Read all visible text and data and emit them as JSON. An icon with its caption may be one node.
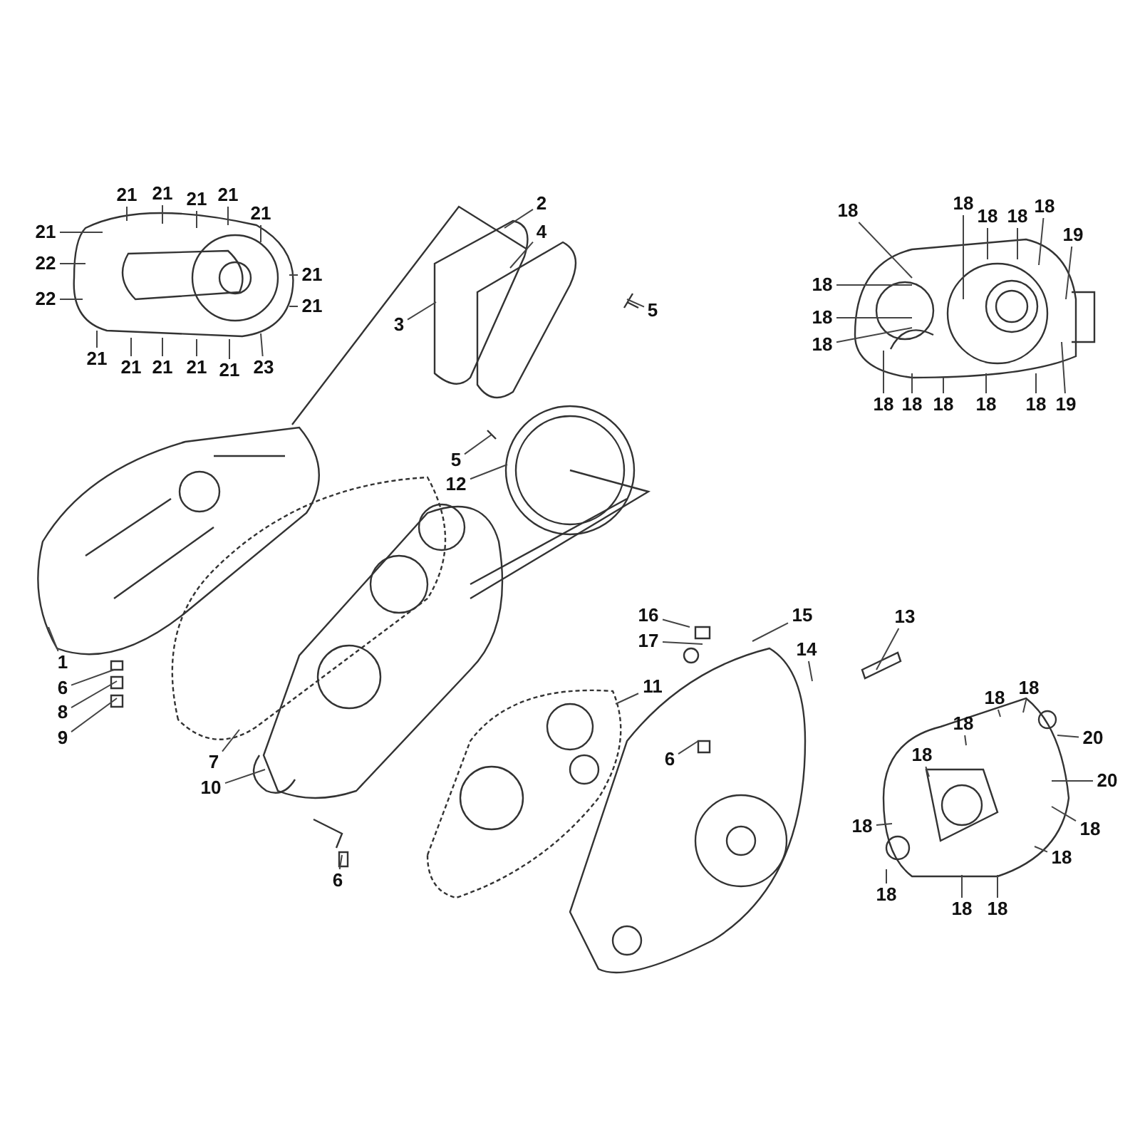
{
  "diagram": {
    "nodes": [
      {
        "text": [
          "21"
        ]
      },
      {
        "text": [
          "21"
        ]
      },
      {
        "text": [
          "21"
        ]
      },
      {
        "text": [
          "21"
        ]
      },
      {
        "text": [
          "21"
        ]
      },
      {
        "text": [
          "21"
        ]
      },
      {
        "text": [
          "22"
        ]
      },
      {
        "text": [
          "21"
        ]
      },
      {
        "text": [
          "22"
        ]
      },
      {
        "text": [
          "21"
        ]
      },
      {
        "text": [
          "21"
        ]
      },
      {
        "text": [
          "21"
        ]
      },
      {
        "text": [
          "21"
        ]
      },
      {
        "text": [
          "21"
        ]
      },
      {
        "text": [
          "21"
        ]
      },
      {
        "text": [
          "23"
        ]
      },
      {
        "text": [
          "2"
        ]
      },
      {
        "text": [
          "4"
        ]
      },
      {
        "text": [
          "3"
        ]
      },
      {
        "text": [
          "5"
        ]
      },
      {
        "text": [
          "18"
        ]
      },
      {
        "text": [
          "18"
        ]
      },
      {
        "text": [
          "18"
        ]
      },
      {
        "text": [
          "18"
        ]
      },
      {
        "text": [
          "18"
        ]
      },
      {
        "text": [
          "19"
        ]
      },
      {
        "text": [
          "18"
        ]
      },
      {
        "text": [
          "18"
        ]
      },
      {
        "text": [
          "18"
        ]
      },
      {
        "text": [
          "18"
        ]
      },
      {
        "text": [
          "18"
        ]
      },
      {
        "text": [
          "18"
        ]
      },
      {
        "text": [
          "18"
        ]
      },
      {
        "text": [
          "18"
        ]
      },
      {
        "text": [
          "19"
        ]
      },
      {
        "text": [
          "5"
        ]
      },
      {
        "text": [
          "12"
        ]
      },
      {
        "text": [
          "16"
        ]
      },
      {
        "text": [
          "13"
        ]
      },
      {
        "text": [
          "17"
        ]
      },
      {
        "text": [
          "15"
        ]
      },
      {
        "text": [
          "14"
        ]
      },
      {
        "text": [
          "11"
        ]
      },
      {
        "text": [
          "1"
        ]
      },
      {
        "text": [
          "6"
        ]
      },
      {
        "text": [
          "8"
        ]
      },
      {
        "text": [
          "9"
        ]
      },
      {
        "text": [
          "18"
        ]
      },
      {
        "text": [
          "18"
        ]
      },
      {
        "text": [
          "18"
        ]
      },
      {
        "text": [
          "18"
        ]
      },
      {
        "text": [
          "20"
        ]
      },
      {
        "text": [
          "7"
        ]
      },
      {
        "text": [
          "10"
        ]
      },
      {
        "text": [
          "6"
        ]
      },
      {
        "text": [
          "18"
        ]
      },
      {
        "text": [
          "20"
        ]
      },
      {
        "text": [
          "18"
        ]
      },
      {
        "text": [
          "18"
        ]
      },
      {
        "text": [
          "6"
        ]
      },
      {
        "text": [
          "18"
        ]
      },
      {
        "text": [
          "18"
        ]
      },
      {
        "text": [
          "18"
        ]
      }
    ],
    "edges": [
      {
        "from": 0,
        "to": null,
        "arrow": "none"
      },
      {
        "from": 1,
        "to": null,
        "arrow": "none"
      },
      {
        "from": 2,
        "to": null,
        "arrow": "none"
      },
      {
        "from": 3,
        "to": null,
        "arrow": "none"
      },
      {
        "from": 4,
        "to": null,
        "arrow": "none"
      },
      {
        "from": 5,
        "to": null,
        "arrow": "none"
      },
      {
        "from": 6,
        "to": null,
        "arrow": "none"
      },
      {
        "from": 7,
        "to": null,
        "arrow": "none"
      },
      {
        "from": 8,
        "to": null,
        "arrow": "none"
      },
      {
        "from": 9,
        "to": null,
        "arrow": "none"
      },
      {
        "from": 10,
        "to": null,
        "arrow": "none"
      },
      {
        "from": 11,
        "to": null,
        "arrow": "none"
      },
      {
        "from": 12,
        "to": null,
        "arrow": "none"
      },
      {
        "from": 13,
        "to": null,
        "arrow": "none"
      },
      {
        "from": 14,
        "to": null,
        "arrow": "none"
      },
      {
        "from": 15,
        "to": null,
        "arrow": "none"
      },
      {
        "from": 16,
        "to": null,
        "arrow": "none"
      },
      {
        "from": 17,
        "to": null,
        "arrow": "none"
      },
      {
        "from": 18,
        "to": null,
        "arrow": "none"
      },
      {
        "from": 19,
        "to": null,
        "arrow": "none"
      },
      {
        "from": 20,
        "to": null,
        "arrow": "none"
      },
      {
        "from": 21,
        "to": null,
        "arrow": "none"
      },
      {
        "from": 22,
        "to": null,
        "arrow": "none"
      },
      {
        "from": 23,
        "to": null,
        "arrow": "none"
      },
      {
        "from": 24,
        "to": null,
        "arrow": "none"
      },
      {
        "from": 25,
        "to": null,
        "arrow": "none"
      },
      {
        "from": 26,
        "to": null,
        "arrow": "none"
      },
      {
        "from": 27,
        "to": null,
        "arrow": "none"
      },
      {
        "from": 28,
        "to": null,
        "arrow": "none"
      },
      {
        "from": 29,
        "to": null,
        "arrow": "none"
      },
      {
        "from": 30,
        "to": null,
        "arrow": "none"
      },
      {
        "from": 31,
        "to": null,
        "arrow": "none"
      },
      {
        "from": 32,
        "to": null,
        "arrow": "none"
      },
      {
        "from": 33,
        "to": null,
        "arrow": "none"
      },
      {
        "from": 34,
        "to": null,
        "arrow": "none"
      },
      {
        "from": 35,
        "to": null,
        "arrow": "none"
      },
      {
        "from": 36,
        "to": null,
        "arrow": "none"
      },
      {
        "from": 37,
        "to": null,
        "arrow": "none"
      },
      {
        "from": 38,
        "to": null,
        "arrow": "none"
      },
      {
        "from": 39,
        "to": null,
        "arrow": "none"
      },
      {
        "from": 40,
        "to": null,
        "arrow": "none"
      },
      {
        "from": 41,
        "to": null,
        "arrow": "none"
      },
      {
        "from": 42,
        "to": null,
        "arrow": "none"
      },
      {
        "from": 43,
        "to": null,
        "arrow": "none"
      },
      {
        "from": 44,
        "to": null,
        "arrow": "none"
      },
      {
        "from": 45,
        "to": null,
        "arrow": "none"
      },
      {
        "from": 46,
        "to": null,
        "arrow": "none"
      },
      {
        "from": 47,
        "to": null,
        "arrow": "none"
      },
      {
        "from": 48,
        "to": null,
        "arrow": "none"
      },
      {
        "from": 49,
        "to": null,
        "arrow": "none"
      },
      {
        "from": 50,
        "to": null,
        "arrow": "none"
      },
      {
        "from": 51,
        "to": null,
        "arrow": "none"
      },
      {
        "from": 52,
        "to": null,
        "arrow": "none"
      },
      {
        "from": 53,
        "to": null,
        "arrow": "none"
      },
      {
        "from": 54,
        "to": null,
        "arrow": "none"
      },
      {
        "from": 55,
        "to": null,
        "arrow": "none"
      },
      {
        "from": 56,
        "to": null,
        "arrow": "none"
      },
      {
        "from": 57,
        "to": null,
        "arrow": "none"
      },
      {
        "from": 58,
        "to": null,
        "arrow": "none"
      },
      {
        "from": 59,
        "to": null,
        "arrow": "none"
      },
      {
        "from": 60,
        "to": null,
        "arrow": "none"
      },
      {
        "from": 61,
        "to": null,
        "arrow": "none"
      },
      {
        "from": 62,
        "to": null,
        "arrow": "none"
      }
    ]
  }
}
